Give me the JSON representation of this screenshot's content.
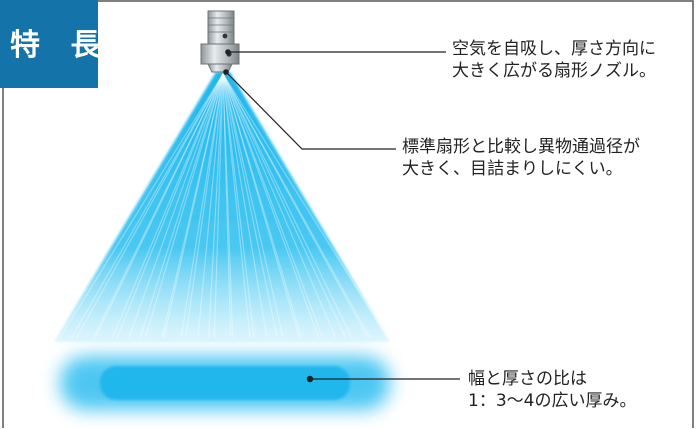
{
  "badge": {
    "label": "特 長",
    "color": "#1473a8"
  },
  "callouts": [
    {
      "lines": [
        "空気を自吸し、厚さ方向に",
        "大きく広がる扇形ノズル。"
      ]
    },
    {
      "lines": [
        "標準扇形と比較し異物通過径が",
        "大きく、目詰まりしにくい。"
      ]
    },
    {
      "lines": [
        "幅と厚さの比は",
        "1：3〜4の広い厚み。"
      ]
    }
  ],
  "colors": {
    "spray": "#1fb6ec",
    "frame": "#555555",
    "nozzle": "#b9bec2"
  },
  "icons": {
    "nozzle": "spray-nozzle-icon"
  }
}
